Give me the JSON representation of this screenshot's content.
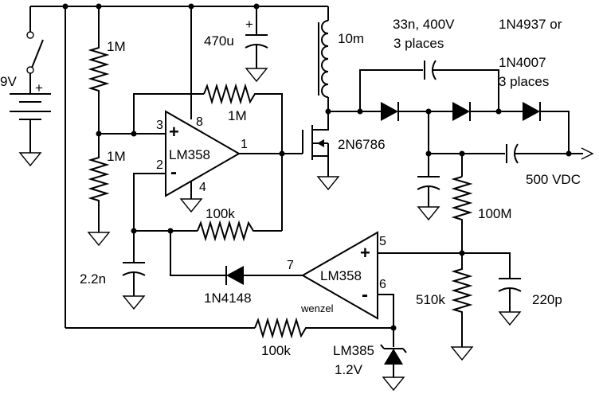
{
  "battery": {
    "voltage": "9V",
    "plus": "+"
  },
  "resistors": {
    "r_top_divider": "1M",
    "r_bottom_divider": "1M",
    "r_feedback": "1M",
    "r_hysteresis": "100k",
    "r_hv_divider": "100M",
    "r_lower_divider": "510k",
    "r_zener_bias": "100k"
  },
  "capacitors": {
    "c_supply": "470u",
    "c_supply_plus": "+",
    "c_timing": "2.2n",
    "c_pump": "33n, 400V",
    "c_pump_note": "3 places",
    "c_filter": "220p"
  },
  "inductor": {
    "value": "10m"
  },
  "mosfet": {
    "part": "2N6786"
  },
  "diodes": {
    "hv_part_1": "1N4937 or",
    "hv_part_2": "1N4007",
    "hv_note": "3 places",
    "signal": "1N4148"
  },
  "zener": {
    "part": "LM385",
    "voltage": "1.2V"
  },
  "opamp_1": {
    "part": "LM358",
    "plus": "+",
    "minus": "-",
    "pin_in_plus": "3",
    "pin_in_minus": "2",
    "pin_out": "1",
    "pin_vcc": "8",
    "pin_gnd": "4"
  },
  "opamp_2": {
    "part": "LM358",
    "plus": "+",
    "minus": "-",
    "pin_in_plus": "5",
    "pin_in_minus": "6",
    "pin_out": "7"
  },
  "output": {
    "label": "500 VDC"
  },
  "credit": "wenzel"
}
